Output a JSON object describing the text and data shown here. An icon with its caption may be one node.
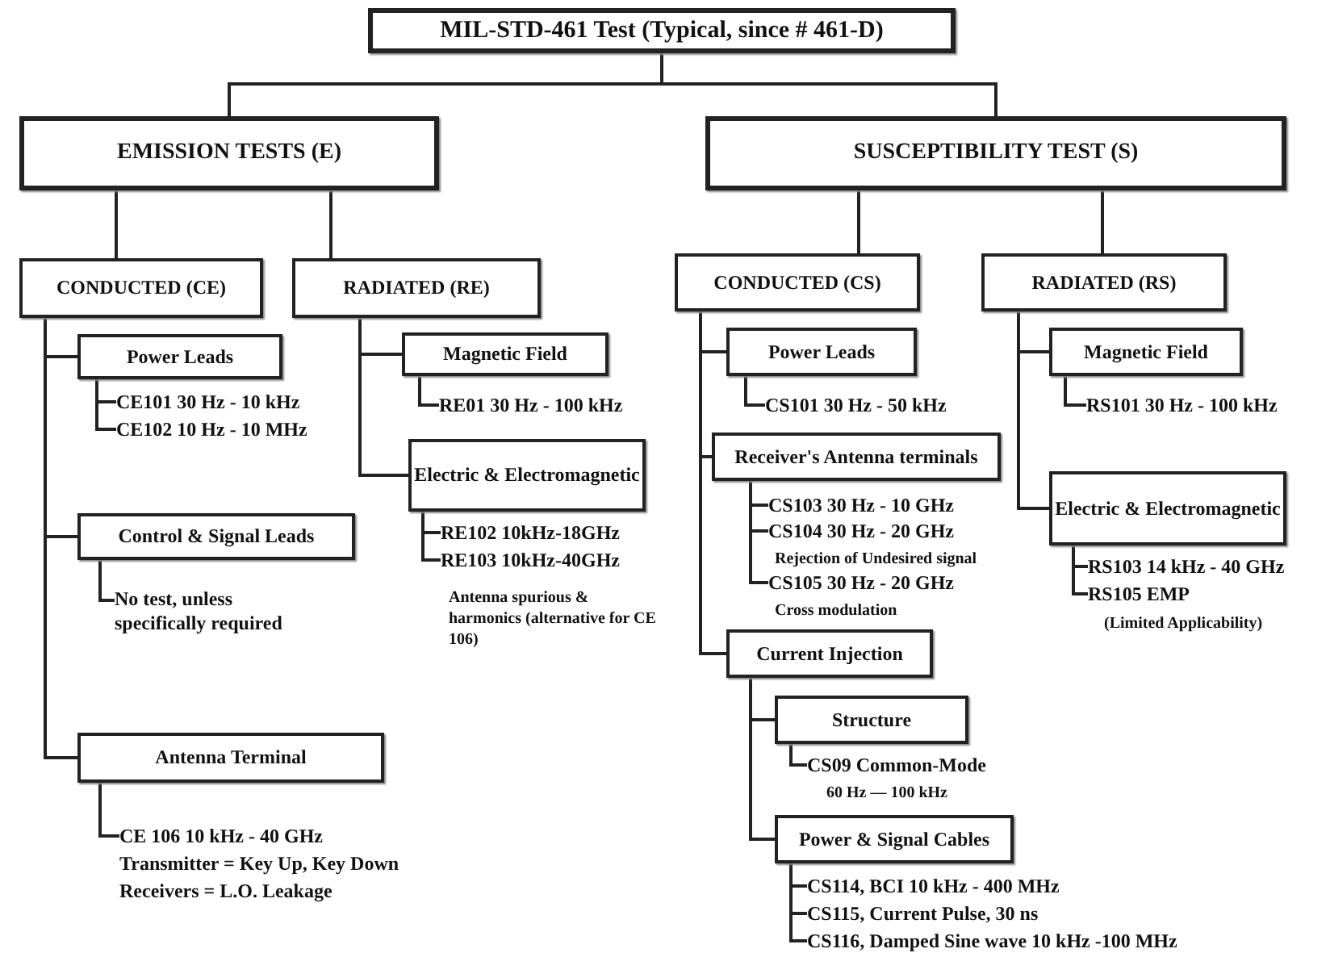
{
  "diagram": {
    "nodes": [
      {
        "text": [
          "MIL-STD-461 Test (Typical, since # 461-D)"
        ]
      },
      {
        "text": [
          "EMISSION TESTS (E)"
        ]
      },
      {
        "text": [
          "SUSCEPTIBILITY TEST (S)"
        ]
      },
      {
        "text": [
          "CONDUCTED (CE)"
        ]
      },
      {
        "text": [
          "RADIATED (RE)"
        ]
      },
      {
        "text": [
          "Power Leads"
        ]
      },
      {
        "text": [
          "CE101 30 Hz - 10 kHz"
        ]
      },
      {
        "text": [
          "CE102 10 Hz - 10 MHz"
        ]
      },
      {
        "text": [
          "Control & Signal Leads"
        ]
      },
      {
        "text": [
          "No test, unless specifically required"
        ]
      },
      {
        "text": [
          "Antenna Terminal"
        ]
      },
      {
        "text": [
          "CE 106 10 kHz - 40 GHz",
          "Transmitter = Key Up, Key Down",
          "Receivers = L.O. Leakage"
        ]
      },
      {
        "text": [
          "Magnetic Field"
        ]
      },
      {
        "text": [
          "RE01 30 Hz - 100 kHz"
        ]
      },
      {
        "text": [
          "Electric & Electromagnetic"
        ]
      },
      {
        "text": [
          "RE102 10kHz-18GHz"
        ]
      },
      {
        "text": [
          "RE103 10kHz-40GHz"
        ],
        "beside": [
          "Antenna spurious & harmonics (alternative for CE 106)"
        ]
      },
      {
        "text": [
          "CONDUCTED (CS)"
        ]
      },
      {
        "text": [
          "RADIATED (RS)"
        ]
      },
      {
        "text": [
          "Power Leads"
        ]
      },
      {
        "text": [
          "CS101 30 Hz - 50 kHz"
        ]
      },
      {
        "text": [
          "Receiver's Antenna terminals"
        ]
      },
      {
        "text": [
          "CS103 30 Hz - 10 GHz"
        ]
      },
      {
        "text": [
          "CS104 30 Hz - 20 GHz"
        ],
        "beside": [
          "Rejection of Undesired signal"
        ]
      },
      {
        "text": [
          "CS105 30 Hz - 20 GHz"
        ],
        "beside": [
          "Cross modulation"
        ]
      },
      {
        "text": [
          "Current Injection"
        ]
      },
      {
        "text": [
          "Structure"
        ]
      },
      {
        "text": [
          "CS09 Common-Mode",
          "60 Hz — 100 kHz"
        ]
      },
      {
        "text": [
          "Power & Signal Cables"
        ]
      },
      {
        "text": [
          "CS114, BCI 10 kHz - 400 MHz"
        ]
      },
      {
        "text": [
          "CS115, Current Pulse, 30 ns"
        ]
      },
      {
        "text": [
          "CS116, Damped Sine wave 10 kHz -100 MHz"
        ]
      },
      {
        "text": [
          "Magnetic Field"
        ]
      },
      {
        "text": [
          "RS101 30 Hz - 100 kHz"
        ]
      },
      {
        "text": [
          "Electric & Electromagnetic"
        ]
      },
      {
        "text": [
          "RS103 14 kHz - 40 GHz"
        ]
      },
      {
        "text": [
          "RS105 EMP"
        ],
        "beside": [
          "(Limited Applicability)"
        ]
      }
    ],
    "edges": [
      {
        "from": 0,
        "to": 1,
        "arrow": "none"
      },
      {
        "from": 0,
        "to": 2,
        "arrow": "none"
      },
      {
        "from": 1,
        "to": 3,
        "arrow": "none"
      },
      {
        "from": 1,
        "to": 4,
        "arrow": "none"
      },
      {
        "from": 2,
        "to": 17,
        "arrow": "none"
      },
      {
        "from": 2,
        "to": 18,
        "arrow": "none"
      },
      {
        "from": 3,
        "to": 5,
        "arrow": "none"
      },
      {
        "from": 5,
        "to": 6,
        "arrow": "none"
      },
      {
        "from": 5,
        "to": 7,
        "arrow": "none"
      },
      {
        "from": 3,
        "to": 8,
        "arrow": "none"
      },
      {
        "from": 8,
        "to": 9,
        "arrow": "none"
      },
      {
        "from": 3,
        "to": 10,
        "arrow": "none"
      },
      {
        "from": 10,
        "to": 11,
        "arrow": "none"
      },
      {
        "from": 4,
        "to": 12,
        "arrow": "none"
      },
      {
        "from": 12,
        "to": 13,
        "arrow": "none"
      },
      {
        "from": 4,
        "to": 14,
        "arrow": "none"
      },
      {
        "from": 14,
        "to": 15,
        "arrow": "none"
      },
      {
        "from": 14,
        "to": 16,
        "arrow": "none"
      },
      {
        "from": 17,
        "to": 19,
        "arrow": "none"
      },
      {
        "from": 19,
        "to": 20,
        "arrow": "none"
      },
      {
        "from": 17,
        "to": 21,
        "arrow": "none"
      },
      {
        "from": 21,
        "to": 22,
        "arrow": "none"
      },
      {
        "from": 21,
        "to": 23,
        "arrow": "none"
      },
      {
        "from": 21,
        "to": 24,
        "arrow": "none"
      },
      {
        "from": 17,
        "to": 25,
        "arrow": "none"
      },
      {
        "from": 25,
        "to": 26,
        "arrow": "none"
      },
      {
        "from": 26,
        "to": 27,
        "arrow": "none"
      },
      {
        "from": 25,
        "to": 28,
        "arrow": "none"
      },
      {
        "from": 28,
        "to": 29,
        "arrow": "none"
      },
      {
        "from": 28,
        "to": 30,
        "arrow": "none"
      },
      {
        "from": 28,
        "to": 31,
        "arrow": "none"
      },
      {
        "from": 18,
        "to": 32,
        "arrow": "none"
      },
      {
        "from": 32,
        "to": 33,
        "arrow": "none"
      },
      {
        "from": 18,
        "to": 34,
        "arrow": "none"
      },
      {
        "from": 34,
        "to": 35,
        "arrow": "none"
      },
      {
        "from": 34,
        "to": 36,
        "arrow": "none"
      }
    ]
  }
}
